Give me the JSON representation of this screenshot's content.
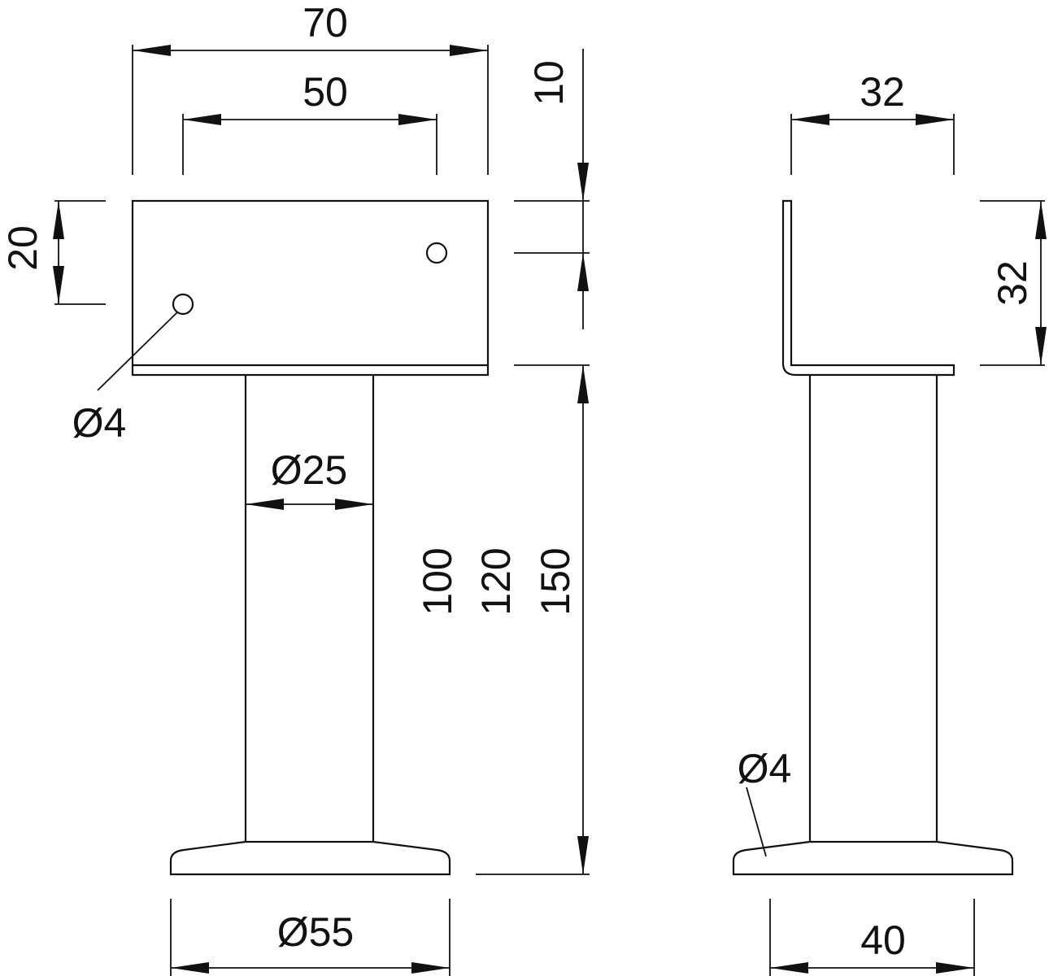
{
  "front_view": {
    "width_overall": "70",
    "hole_spacing": "50",
    "plate_height": "20",
    "hole_diameter": "Ø4",
    "tube_diameter": "Ø25",
    "base_diameter": "Ø55",
    "top_offset": "10",
    "length_1": "100",
    "length_2": "120",
    "length_3": "150"
  },
  "side_view": {
    "depth": "32",
    "flange_height": "32",
    "base_hole_diameter": "Ø4",
    "base_width": "40"
  }
}
